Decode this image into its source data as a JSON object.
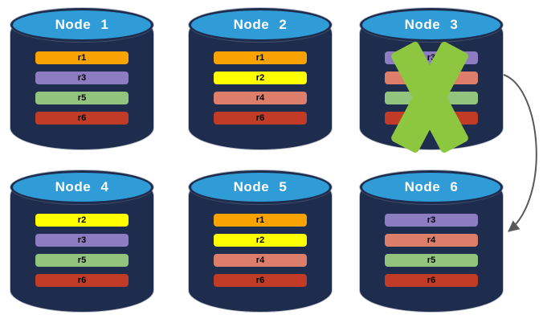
{
  "diagram": {
    "description": "Replica distribution across six database nodes; Node 3 has failed and its replica set is recreated on Node 6",
    "nodes": [
      {
        "label": "Node 1",
        "failed": false,
        "replicas": [
          "r1",
          "r3",
          "r5",
          "r6"
        ]
      },
      {
        "label": "Node 2",
        "failed": false,
        "replicas": [
          "r1",
          "r2",
          "r4",
          "r6"
        ]
      },
      {
        "label": "Node 3",
        "failed": true,
        "replicas": [
          "r3",
          "r4",
          "r5",
          "r6"
        ]
      },
      {
        "label": "Node 4",
        "failed": false,
        "replicas": [
          "r2",
          "r3",
          "r5",
          "r6"
        ]
      },
      {
        "label": "Node 5",
        "failed": false,
        "replicas": [
          "r1",
          "r2",
          "r4",
          "r6"
        ]
      },
      {
        "label": "Node 6",
        "failed": false,
        "replicas": [
          "r3",
          "r4",
          "r5",
          "r6"
        ]
      }
    ],
    "replica_colors": {
      "r1": "#F9A303",
      "r2": "#FFFF00",
      "r3": "#8E7CC3",
      "r4": "#DD7E6B",
      "r5": "#93C47D",
      "r6": "#C23B27"
    },
    "colors": {
      "cylinder_body": "#1E2C4E",
      "cylinder_cap": "#2F9BD7",
      "node_label_text": "#FFFFFF",
      "replica_label_text": "#000000",
      "failure_x": "#8DC63F",
      "arrow": "#595959"
    },
    "failure_mark": {
      "node": "Node 3",
      "symbol": "X"
    },
    "arrow": {
      "from": "Node 3",
      "to": "Node 6"
    }
  }
}
